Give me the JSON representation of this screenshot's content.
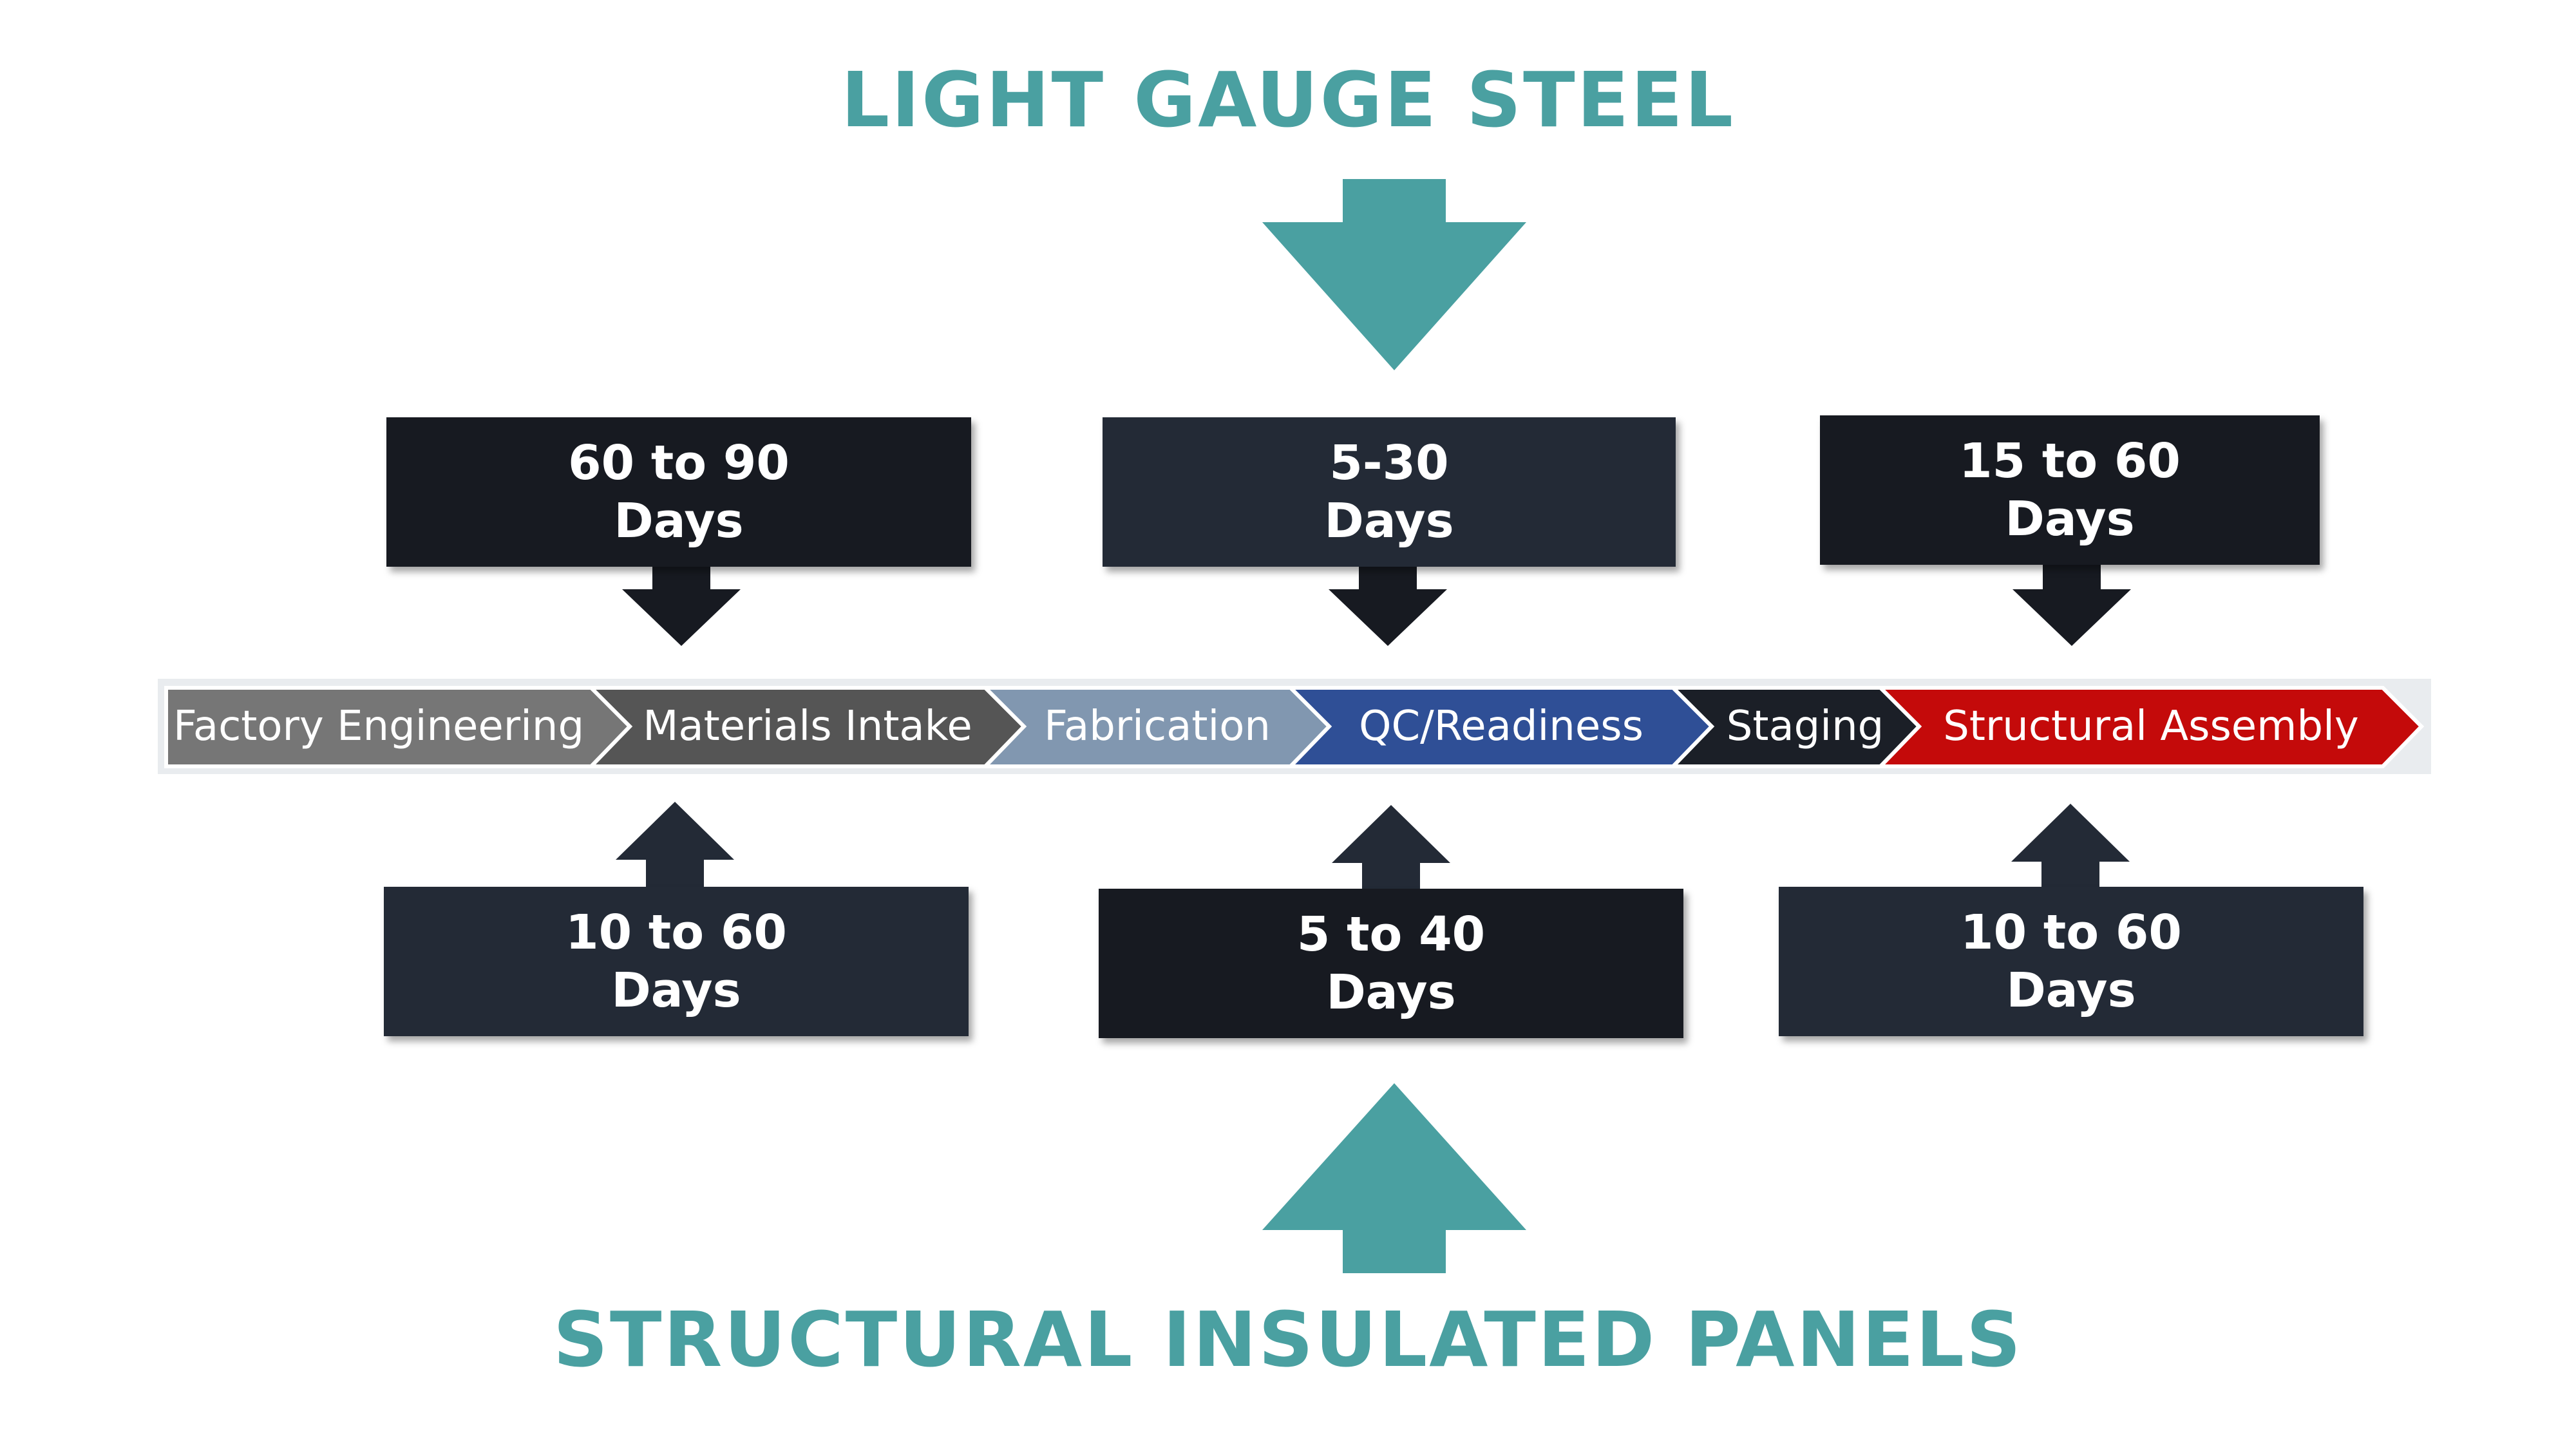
{
  "titles": {
    "top": "LIGHT GAUGE STEEL",
    "bottom": "STRUCTURAL INSULATED PANELS"
  },
  "colors": {
    "teal": "#4aa0a1",
    "dark_box": "#171a21",
    "slate_box": "#232a36",
    "stage_gray": "#767676",
    "stage_darkgray": "#555555",
    "stage_blue_gray": "#8197b0",
    "stage_blue": "#2f4f96",
    "stage_black": "#1b1f27",
    "stage_red": "#c40a0a"
  },
  "process": {
    "stages": [
      {
        "label": "Factory Engineering",
        "color": "#767676"
      },
      {
        "label": "Materials Intake",
        "color": "#555555"
      },
      {
        "label": "Fabrication",
        "color": "#8197b0"
      },
      {
        "label": "QC/Readiness",
        "color": "#2f4f96"
      },
      {
        "label": "Staging",
        "color": "#1b1f27"
      },
      {
        "label": "Structural Assembly",
        "color": "#c40a0a"
      }
    ]
  },
  "steel_durations": [
    {
      "value": "60 to 90",
      "unit": "Days"
    },
    {
      "value": "5-30",
      "unit": "Days"
    },
    {
      "value": "15 to 60",
      "unit": "Days"
    }
  ],
  "sip_durations": [
    {
      "value": "10 to 60",
      "unit": "Days"
    },
    {
      "value": "5 to 40",
      "unit": "Days"
    },
    {
      "value": "10 to 60",
      "unit": "Days"
    }
  ]
}
